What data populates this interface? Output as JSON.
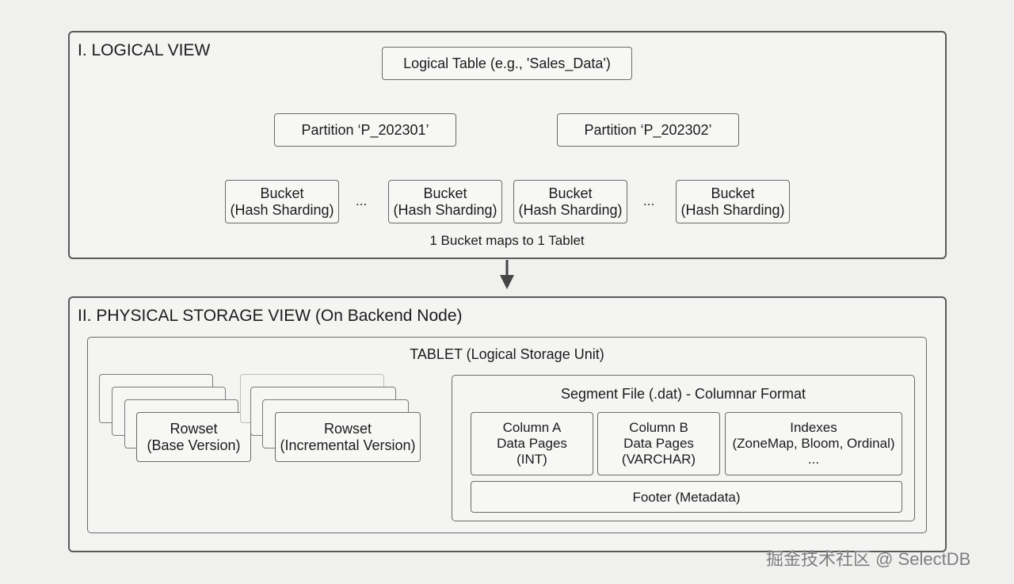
{
  "logical_view": {
    "title": "I. LOGICAL VIEW",
    "logical_table": "Logical Table (e.g., 'Sales_Data')",
    "partitions": [
      {
        "label": "Partition ‘P_202301’"
      },
      {
        "label": "Partition ‘P_202302’"
      }
    ],
    "bucket": {
      "line1": "Bucket",
      "line2": "(Hash Sharding)"
    },
    "ellipsis": "...",
    "mapping_note": "1 Bucket maps to 1 Tablet"
  },
  "physical_view": {
    "title": "II. PHYSICAL STORAGE VIEW (On Backend Node)",
    "tablet_title": "TABLET (Logical Storage Unit)",
    "rowset_base": {
      "line1": "Rowset",
      "line2": "(Base Version)"
    },
    "rowset_incremental": {
      "line1": "Rowset",
      "line2": "(Incremental Version)"
    },
    "segment": {
      "title": "Segment File (.dat) - Columnar Format",
      "column_a": {
        "line1": "Column A",
        "line2": "Data Pages",
        "line3": "(INT)"
      },
      "column_b": {
        "line1": "Column B",
        "line2": "Data Pages",
        "line3": "(VARCHAR)"
      },
      "indexes": {
        "line1": "Indexes",
        "line2": "(ZoneMap, Bloom, Ordinal)",
        "line3": "..."
      },
      "footer": "Footer (Metadata)"
    }
  },
  "watermark": "掘金技术社区 @ SelectDB",
  "colors": {
    "border": "#5a5a5a",
    "arrow": "#555555",
    "background": "#f0f0ef"
  }
}
